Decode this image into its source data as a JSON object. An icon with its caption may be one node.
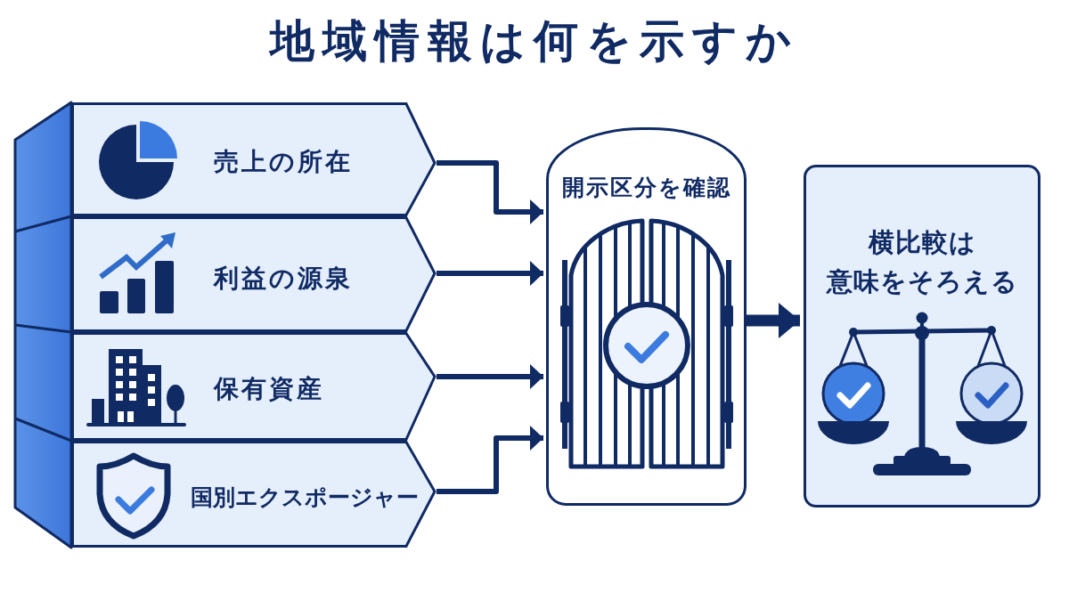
{
  "diagram": {
    "title": "地域情報は何を示すか",
    "nodes": [
      {
        "text": [
          "売上の所在"
        ]
      },
      {
        "text": [
          "利益の源泉"
        ]
      },
      {
        "text": [
          "保有資産"
        ]
      },
      {
        "text": [
          "国別エクスポージャー"
        ]
      },
      {
        "text": [
          "開示区分を確認"
        ]
      },
      {
        "text": [
          "横比較は意味をそろえる"
        ]
      }
    ],
    "edges": [
      {
        "from": 0,
        "to": 4,
        "arrow": "to"
      },
      {
        "from": 1,
        "to": 4,
        "arrow": "to"
      },
      {
        "from": 2,
        "to": 4,
        "arrow": "to"
      },
      {
        "from": 3,
        "to": 4,
        "arrow": "to"
      },
      {
        "from": 4,
        "to": 5,
        "arrow": "to",
        "style": "thick"
      }
    ]
  }
}
